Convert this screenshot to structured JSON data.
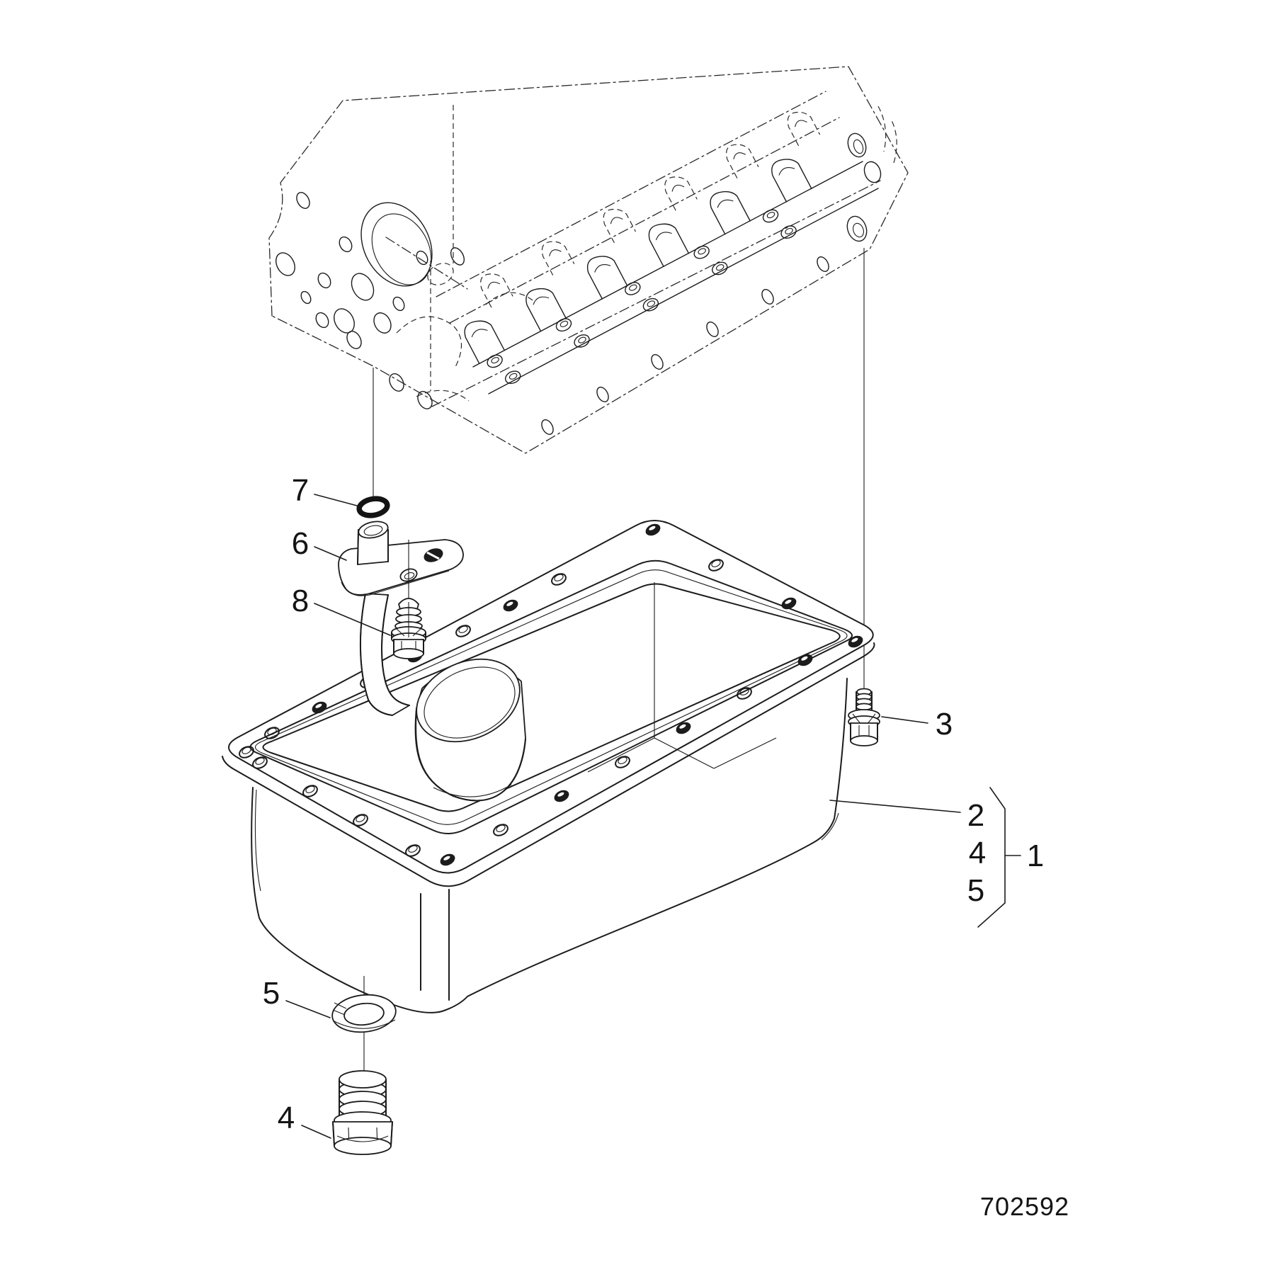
{
  "figure": {
    "number": "702592"
  },
  "callouts": {
    "assembly": "1",
    "oil_pan": "2",
    "bolt": "3",
    "drain_plug": "4",
    "drain_washer": "5",
    "pickup_tube": "6",
    "o_ring": "7",
    "strainer": "8"
  },
  "colors": {
    "line": "#1c1c1c",
    "background": "#ffffff"
  }
}
